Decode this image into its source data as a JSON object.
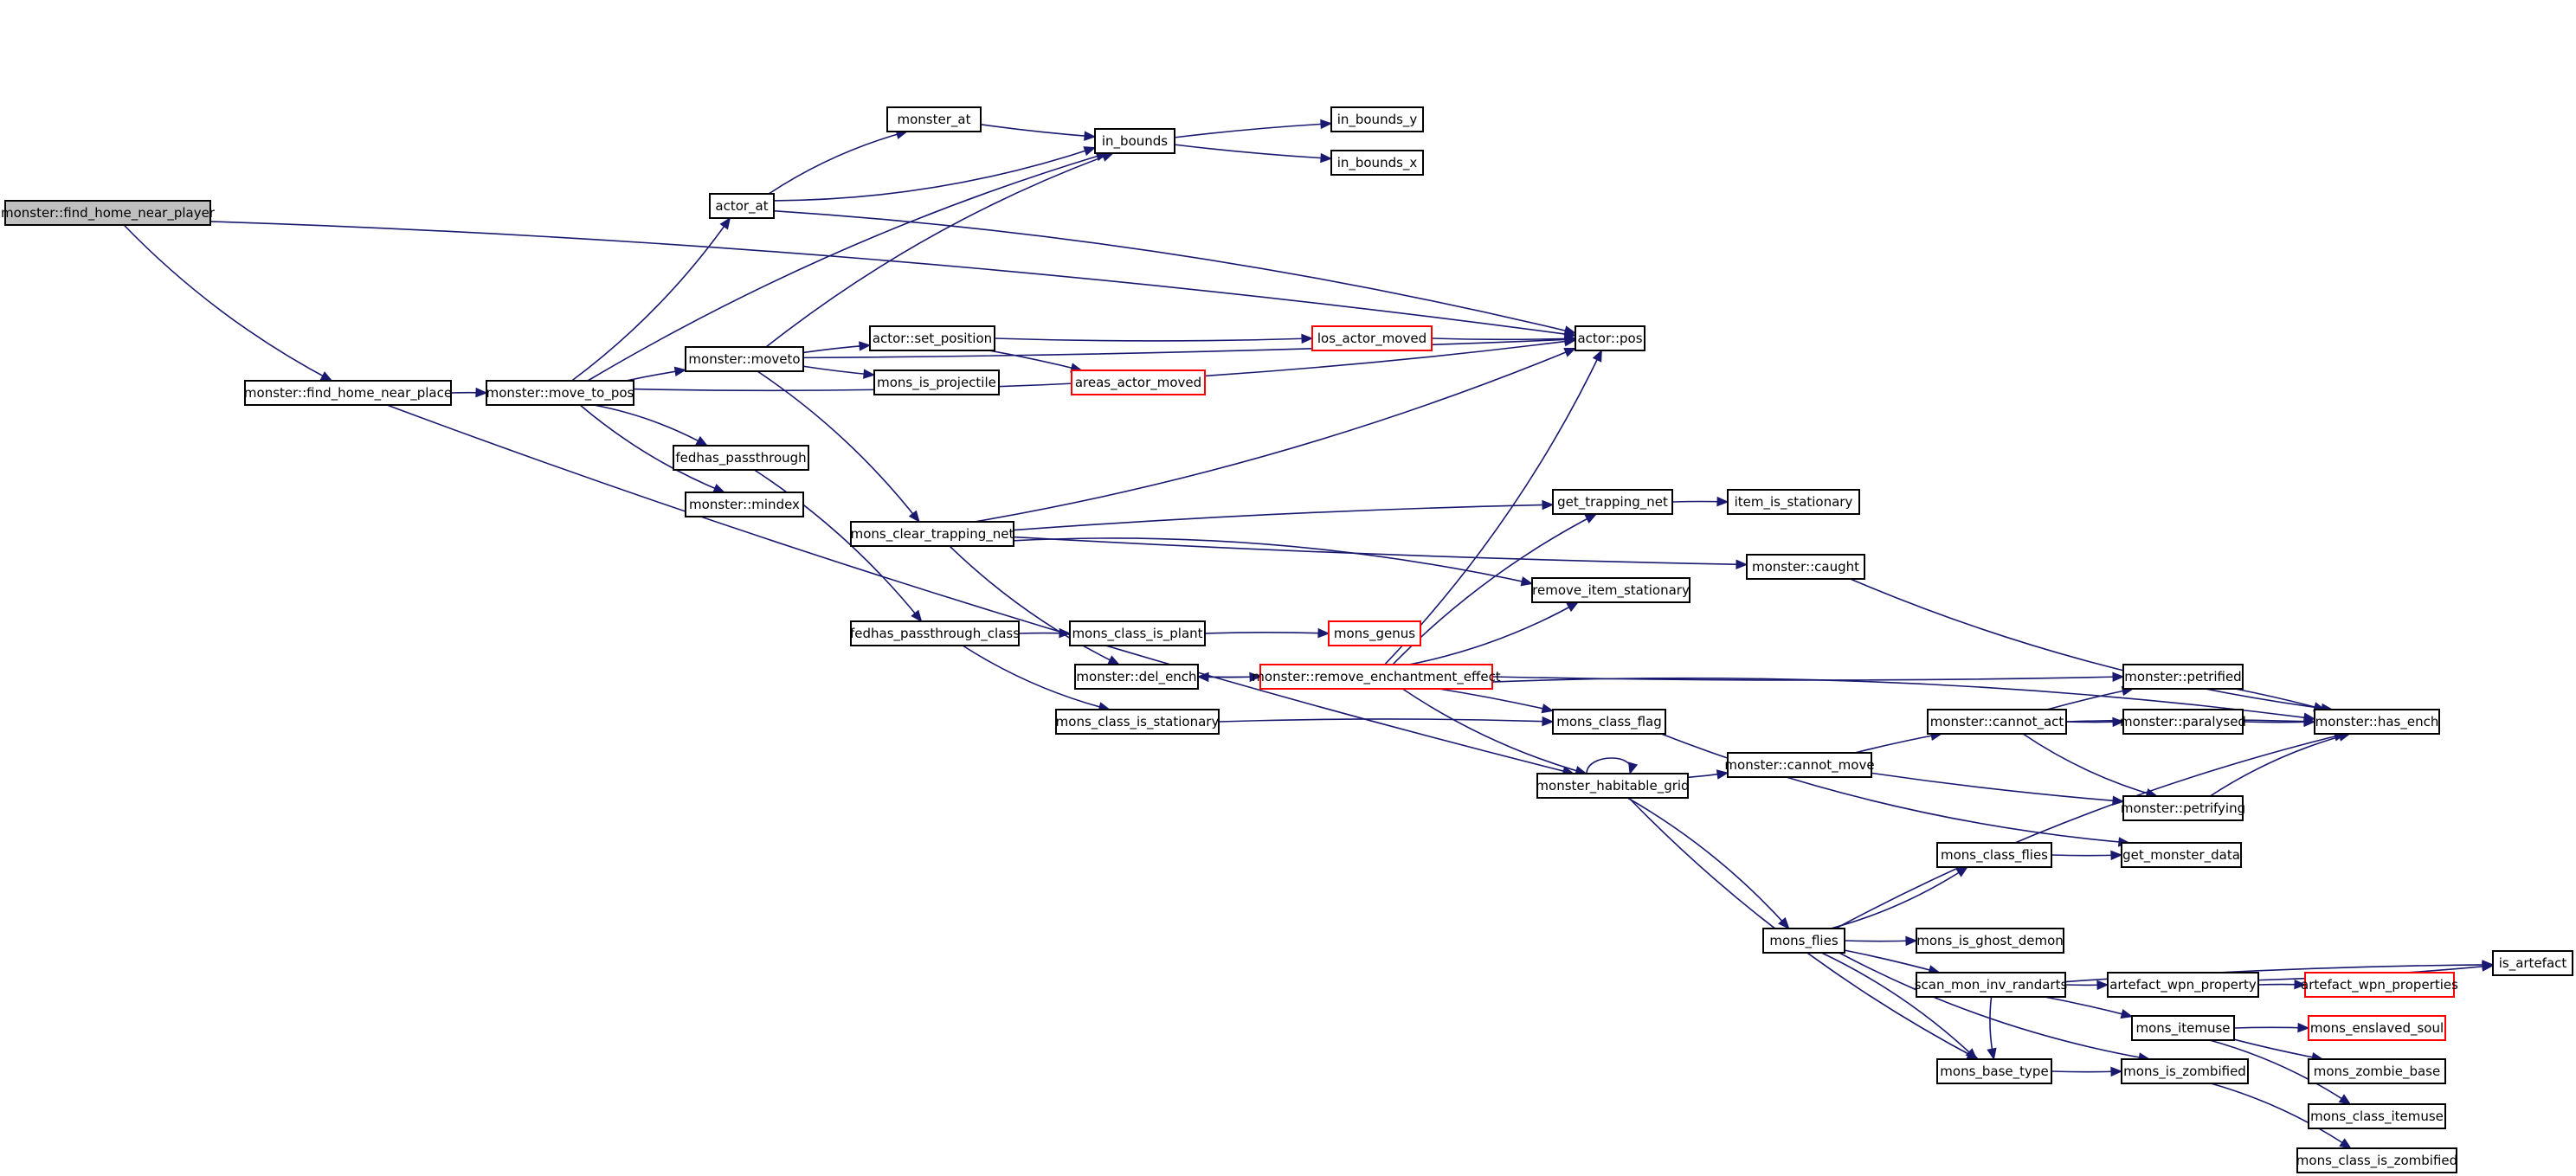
{
  "colors": {
    "edge": "#191970",
    "node_border": "#000000",
    "truncated_border": "#ff0000",
    "root_fill": "#bfbfbf",
    "node_fill": "#ffffff"
  },
  "nodes": [
    {
      "id": "find_home_near_player",
      "label": "monster::find_home_near_player",
      "style": "root"
    },
    {
      "id": "actor_pos",
      "label": "actor::pos",
      "style": "normal"
    },
    {
      "id": "find_home_near_place",
      "label": "monster::find_home_near_place",
      "style": "normal"
    },
    {
      "id": "move_to_pos",
      "label": "monster::move_to_pos",
      "style": "normal"
    },
    {
      "id": "actor_at",
      "label": "actor_at",
      "style": "normal"
    },
    {
      "id": "monster_at",
      "label": "monster_at",
      "style": "normal"
    },
    {
      "id": "in_bounds",
      "label": "in_bounds",
      "style": "normal"
    },
    {
      "id": "in_bounds_y",
      "label": "in_bounds_y",
      "style": "normal"
    },
    {
      "id": "in_bounds_x",
      "label": "in_bounds_x",
      "style": "normal"
    },
    {
      "id": "moveto",
      "label": "monster::moveto",
      "style": "normal"
    },
    {
      "id": "set_position",
      "label": "actor::set_position",
      "style": "normal"
    },
    {
      "id": "los_actor_moved",
      "label": "los_actor_moved",
      "style": "truncated"
    },
    {
      "id": "areas_actor_moved",
      "label": "areas_actor_moved",
      "style": "truncated"
    },
    {
      "id": "mons_is_projectile",
      "label": "mons_is_projectile",
      "style": "normal"
    },
    {
      "id": "fedhas_passthrough",
      "label": "fedhas_passthrough",
      "style": "normal"
    },
    {
      "id": "mindex",
      "label": "monster::mindex",
      "style": "normal"
    },
    {
      "id": "mons_clear_trapping_net",
      "label": "mons_clear_trapping_net",
      "style": "normal"
    },
    {
      "id": "get_trapping_net",
      "label": "get_trapping_net",
      "style": "normal"
    },
    {
      "id": "item_is_stationary",
      "label": "item_is_stationary",
      "style": "normal"
    },
    {
      "id": "caught",
      "label": "monster::caught",
      "style": "normal"
    },
    {
      "id": "remove_item_stationary",
      "label": "remove_item_stationary",
      "style": "normal"
    },
    {
      "id": "fedhas_passthrough_class",
      "label": "fedhas_passthrough_class",
      "style": "normal"
    },
    {
      "id": "mons_class_is_plant",
      "label": "mons_class_is_plant",
      "style": "normal"
    },
    {
      "id": "mons_genus",
      "label": "mons_genus",
      "style": "truncated"
    },
    {
      "id": "del_ench",
      "label": "monster::del_ench",
      "style": "normal"
    },
    {
      "id": "remove_enchantment_effect",
      "label": "monster::remove_enchantment_effect",
      "style": "truncated"
    },
    {
      "id": "mons_class_is_stationary",
      "label": "mons_class_is_stationary",
      "style": "normal"
    },
    {
      "id": "mons_class_flag",
      "label": "mons_class_flag",
      "style": "normal"
    },
    {
      "id": "monster_habitable_grid",
      "label": "monster_habitable_grid",
      "style": "normal"
    },
    {
      "id": "cannot_move",
      "label": "monster::cannot_move",
      "style": "normal"
    },
    {
      "id": "cannot_act",
      "label": "monster::cannot_act",
      "style": "normal"
    },
    {
      "id": "petrified",
      "label": "monster::petrified",
      "style": "normal"
    },
    {
      "id": "paralysed",
      "label": "monster::paralysed",
      "style": "normal"
    },
    {
      "id": "has_ench",
      "label": "monster::has_ench",
      "style": "normal"
    },
    {
      "id": "petrifying",
      "label": "monster::petrifying",
      "style": "normal"
    },
    {
      "id": "mons_class_flies",
      "label": "mons_class_flies",
      "style": "normal"
    },
    {
      "id": "get_monster_data",
      "label": "get_monster_data",
      "style": "normal"
    },
    {
      "id": "mons_flies",
      "label": "mons_flies",
      "style": "normal"
    },
    {
      "id": "mons_is_ghost_demon",
      "label": "mons_is_ghost_demon",
      "style": "normal"
    },
    {
      "id": "scan_mon_inv_randarts",
      "label": "scan_mon_inv_randarts",
      "style": "normal"
    },
    {
      "id": "artefact_wpn_property",
      "label": "artefact_wpn_property",
      "style": "normal"
    },
    {
      "id": "artefact_wpn_properties",
      "label": "artefact_wpn_properties",
      "style": "truncated"
    },
    {
      "id": "is_artefact",
      "label": "is_artefact",
      "style": "normal"
    },
    {
      "id": "mons_itemuse",
      "label": "mons_itemuse",
      "style": "normal"
    },
    {
      "id": "mons_enslaved_soul",
      "label": "mons_enslaved_soul",
      "style": "truncated"
    },
    {
      "id": "mons_zombie_base",
      "label": "mons_zombie_base",
      "style": "normal"
    },
    {
      "id": "mons_base_type",
      "label": "mons_base_type",
      "style": "normal"
    },
    {
      "id": "mons_is_zombified",
      "label": "mons_is_zombified",
      "style": "normal"
    },
    {
      "id": "mons_class_itemuse",
      "label": "mons_class_itemuse",
      "style": "normal"
    },
    {
      "id": "mons_class_is_zombified",
      "label": "mons_class_is_zombified",
      "style": "normal"
    }
  ],
  "edges": [
    {
      "from": "find_home_near_player",
      "to": "actor_pos"
    },
    {
      "from": "find_home_near_player",
      "to": "find_home_near_place"
    },
    {
      "from": "find_home_near_place",
      "to": "move_to_pos"
    },
    {
      "from": "find_home_near_place",
      "to": "monster_habitable_grid"
    },
    {
      "from": "move_to_pos",
      "to": "in_bounds"
    },
    {
      "from": "move_to_pos",
      "to": "actor_at"
    },
    {
      "from": "move_to_pos",
      "to": "moveto"
    },
    {
      "from": "move_to_pos",
      "to": "actor_pos"
    },
    {
      "from": "move_to_pos",
      "to": "fedhas_passthrough"
    },
    {
      "from": "move_to_pos",
      "to": "mindex"
    },
    {
      "from": "actor_at",
      "to": "monster_at"
    },
    {
      "from": "actor_at",
      "to": "in_bounds"
    },
    {
      "from": "actor_at",
      "to": "actor_pos"
    },
    {
      "from": "monster_at",
      "to": "in_bounds"
    },
    {
      "from": "in_bounds",
      "to": "in_bounds_y"
    },
    {
      "from": "in_bounds",
      "to": "in_bounds_x"
    },
    {
      "from": "moveto",
      "to": "in_bounds"
    },
    {
      "from": "moveto",
      "to": "actor_pos"
    },
    {
      "from": "moveto",
      "to": "set_position"
    },
    {
      "from": "moveto",
      "to": "mons_is_projectile"
    },
    {
      "from": "moveto",
      "to": "mons_clear_trapping_net"
    },
    {
      "from": "set_position",
      "to": "los_actor_moved"
    },
    {
      "from": "set_position",
      "to": "areas_actor_moved"
    },
    {
      "from": "los_actor_moved",
      "to": "actor_pos"
    },
    {
      "from": "fedhas_passthrough",
      "to": "fedhas_passthrough_class"
    },
    {
      "from": "mons_clear_trapping_net",
      "to": "actor_pos"
    },
    {
      "from": "mons_clear_trapping_net",
      "to": "get_trapping_net"
    },
    {
      "from": "mons_clear_trapping_net",
      "to": "caught"
    },
    {
      "from": "mons_clear_trapping_net",
      "to": "remove_item_stationary"
    },
    {
      "from": "mons_clear_trapping_net",
      "to": "del_ench"
    },
    {
      "from": "get_trapping_net",
      "to": "item_is_stationary"
    },
    {
      "from": "caught",
      "to": "has_ench"
    },
    {
      "from": "fedhas_passthrough_class",
      "to": "mons_class_is_plant"
    },
    {
      "from": "fedhas_passthrough_class",
      "to": "mons_class_is_stationary"
    },
    {
      "from": "mons_class_is_plant",
      "to": "mons_genus"
    },
    {
      "from": "del_ench",
      "to": "remove_enchantment_effect"
    },
    {
      "from": "remove_enchantment_effect",
      "to": "del_ench"
    },
    {
      "from": "remove_enchantment_effect",
      "to": "actor_pos"
    },
    {
      "from": "remove_enchantment_effect",
      "to": "get_trapping_net"
    },
    {
      "from": "remove_enchantment_effect",
      "to": "remove_item_stationary"
    },
    {
      "from": "remove_enchantment_effect",
      "to": "has_ench"
    },
    {
      "from": "remove_enchantment_effect",
      "to": "petrified"
    },
    {
      "from": "remove_enchantment_effect",
      "to": "mons_class_flag"
    },
    {
      "from": "remove_enchantment_effect",
      "to": "monster_habitable_grid"
    },
    {
      "from": "mons_class_is_stationary",
      "to": "mons_class_flag"
    },
    {
      "from": "mons_class_flag",
      "to": "get_monster_data"
    },
    {
      "from": "monster_habitable_grid",
      "to": "monster_habitable_grid"
    },
    {
      "from": "monster_habitable_grid",
      "to": "cannot_move"
    },
    {
      "from": "monster_habitable_grid",
      "to": "mons_flies"
    },
    {
      "from": "monster_habitable_grid",
      "to": "mons_base_type"
    },
    {
      "from": "cannot_move",
      "to": "cannot_act"
    },
    {
      "from": "cannot_move",
      "to": "petrifying"
    },
    {
      "from": "cannot_act",
      "to": "petrified"
    },
    {
      "from": "cannot_act",
      "to": "paralysed"
    },
    {
      "from": "cannot_act",
      "to": "has_ench"
    },
    {
      "from": "cannot_act",
      "to": "petrifying"
    },
    {
      "from": "petrified",
      "to": "has_ench"
    },
    {
      "from": "paralysed",
      "to": "has_ench"
    },
    {
      "from": "petrifying",
      "to": "has_ench"
    },
    {
      "from": "mons_flies",
      "to": "mons_class_flies"
    },
    {
      "from": "mons_flies",
      "to": "has_ench"
    },
    {
      "from": "mons_flies",
      "to": "mons_is_ghost_demon"
    },
    {
      "from": "mons_flies",
      "to": "scan_mon_inv_randarts"
    },
    {
      "from": "mons_flies",
      "to": "mons_is_zombified"
    },
    {
      "from": "mons_flies",
      "to": "mons_base_type"
    },
    {
      "from": "mons_class_flies",
      "to": "get_monster_data"
    },
    {
      "from": "scan_mon_inv_randarts",
      "to": "is_artefact"
    },
    {
      "from": "scan_mon_inv_randarts",
      "to": "artefact_wpn_property"
    },
    {
      "from": "scan_mon_inv_randarts",
      "to": "mons_itemuse"
    },
    {
      "from": "scan_mon_inv_randarts",
      "to": "mons_base_type"
    },
    {
      "from": "artefact_wpn_property",
      "to": "artefact_wpn_properties"
    },
    {
      "from": "artefact_wpn_property",
      "to": "is_artefact"
    },
    {
      "from": "mons_itemuse",
      "to": "mons_enslaved_soul"
    },
    {
      "from": "mons_itemuse",
      "to": "mons_zombie_base"
    },
    {
      "from": "mons_itemuse",
      "to": "mons_class_itemuse"
    },
    {
      "from": "mons_base_type",
      "to": "mons_is_zombified"
    },
    {
      "from": "mons_is_zombified",
      "to": "mons_class_is_zombified"
    }
  ]
}
